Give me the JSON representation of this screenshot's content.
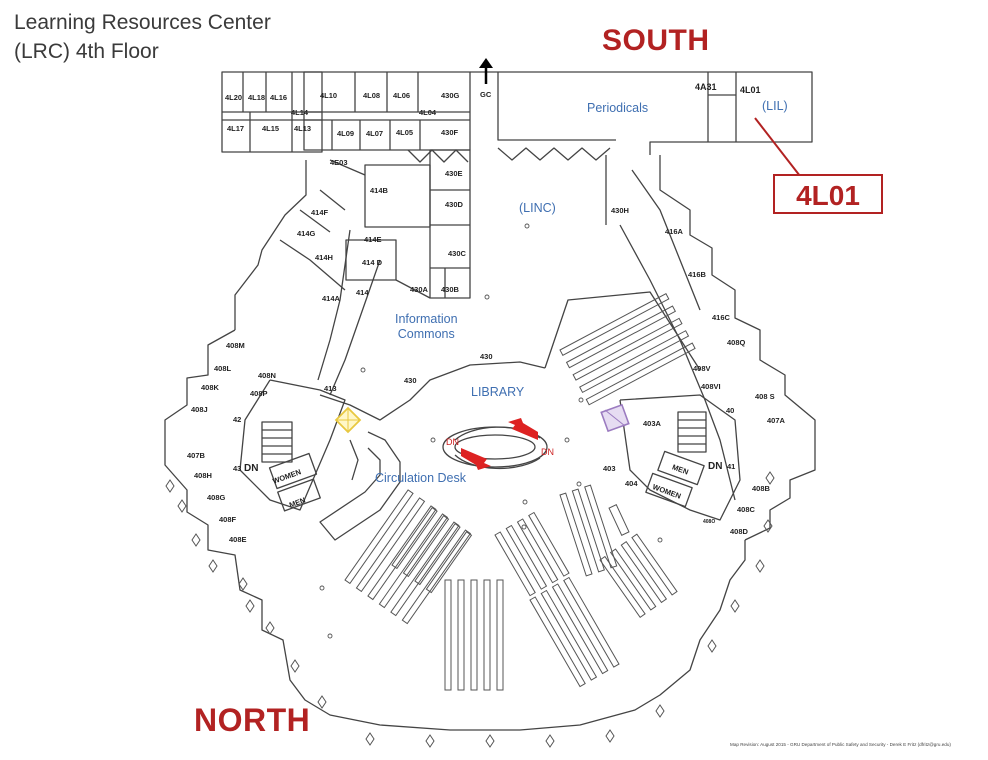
{
  "title": {
    "line1": "Learning Resources Center",
    "line2": "(LRC) 4th Floor"
  },
  "directions": {
    "south": "SOUTH",
    "north": "NORTH"
  },
  "callout": {
    "label": "4L01",
    "color": "#b22222"
  },
  "areas": {
    "periodicals": "Periodicals",
    "lil": "(LIL)",
    "linc": "(LINC)",
    "info_line1": "Information",
    "info_line2": "Commons",
    "library": "LIBRARY",
    "circulation": "Circulation Desk"
  },
  "rooms": {
    "r4L20": "4L20",
    "r4L18": "4L18",
    "r4L16": "4L16",
    "r4L10": "4L10",
    "r4L08": "4L08",
    "r4L06": "4L06",
    "r430G": "430G",
    "rGC": "GC",
    "r4A31": "4A31",
    "r4L01": "4L01",
    "r4L14": "4L14",
    "r4L04": "4L04",
    "r4L17": "4L17",
    "r4L15": "4L15",
    "r4L13": "4L13",
    "r4L09": "4L09",
    "r4L07": "4L07",
    "r4L05": "4L05",
    "r430F": "430F",
    "r4E03": "4E03",
    "r414B": "414B",
    "r430E": "430E",
    "r430D": "430D",
    "r414F": "414F",
    "r414G": "414G",
    "r414E": "414E",
    "r414D": "414 D",
    "r414H": "414H",
    "r430C": "430C",
    "r430A": "430A",
    "r430B": "430B",
    "r414": "414",
    "r414A": "414A",
    "r430H": "430H",
    "r416A": "416A",
    "r416B": "416B",
    "r416C": "416C",
    "r408Q": "408Q",
    "r408V": "408V",
    "r408VI": "408VI",
    "r408S": "408 S",
    "r40": "40",
    "r407A": "407A",
    "r403A": "403A",
    "r41": "41",
    "r403": "403",
    "r404": "404",
    "r408B": "408B",
    "r408C": "408C",
    "r408D": "408D",
    "r408O": "408O",
    "r408M": "408M",
    "r408L": "408L",
    "r408N": "408N",
    "r408K": "408K",
    "r408P": "408P",
    "r408J": "408J",
    "r413": "413",
    "r42": "42",
    "r407B": "407B",
    "r43": "43",
    "r408H": "408H",
    "r408G": "408G",
    "r408F": "408F",
    "r408E": "408E",
    "r430a": "430",
    "r430b": "430"
  },
  "stairs": {
    "dn": "DN",
    "women": "WOMEN",
    "men": "MEN"
  },
  "footer": "Map Revision: August 2015 - GRU Department of Public Safety and Security - Derek E Fritz (dfritz@gru.edu)",
  "colors": {
    "wall": "#444444",
    "label_blue": "#3f6fb1",
    "accent_red": "#b22222",
    "arrow_red": "#dd2222",
    "elevator_yellow": "#e8c840",
    "elevator_purple": "#9b7bc0"
  }
}
